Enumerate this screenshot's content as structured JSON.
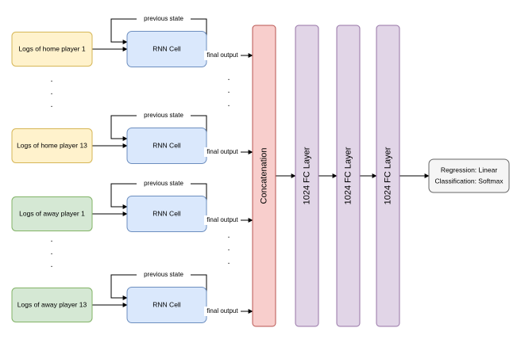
{
  "rows": [
    {
      "input": "Logs of home player 1",
      "group": "home"
    },
    {
      "input": "Logs of home player 13",
      "group": "home"
    },
    {
      "input": "Logs of away player 1",
      "group": "away"
    },
    {
      "input": "Logs of away player 13",
      "group": "away"
    }
  ],
  "rnn_cell_label": "RNN Cell",
  "previous_state_label": "previous state",
  "final_output_label": "final output",
  "ellipsis_dot": ".",
  "concat_label": "Concatenation",
  "fc_layers": [
    "1024 FC Layer",
    "1024 FC Layer",
    "1024 FC Layer"
  ],
  "output_box": [
    "Regression: Linear",
    "Classification: Softmax"
  ],
  "colors": {
    "home_fill": "#fff2cc",
    "home_stroke": "#d6b656",
    "away_fill": "#d5e8d4",
    "away_stroke": "#82b366",
    "rnn_fill": "#dae8fc",
    "rnn_stroke": "#6c8ebf",
    "concat_fill": "#f8cecc",
    "concat_stroke": "#b85450",
    "fc_fill": "#e1d5e7",
    "fc_stroke": "#9673a6",
    "out_fill": "#f5f5f5",
    "out_stroke": "#666666",
    "line": "#000000"
  }
}
